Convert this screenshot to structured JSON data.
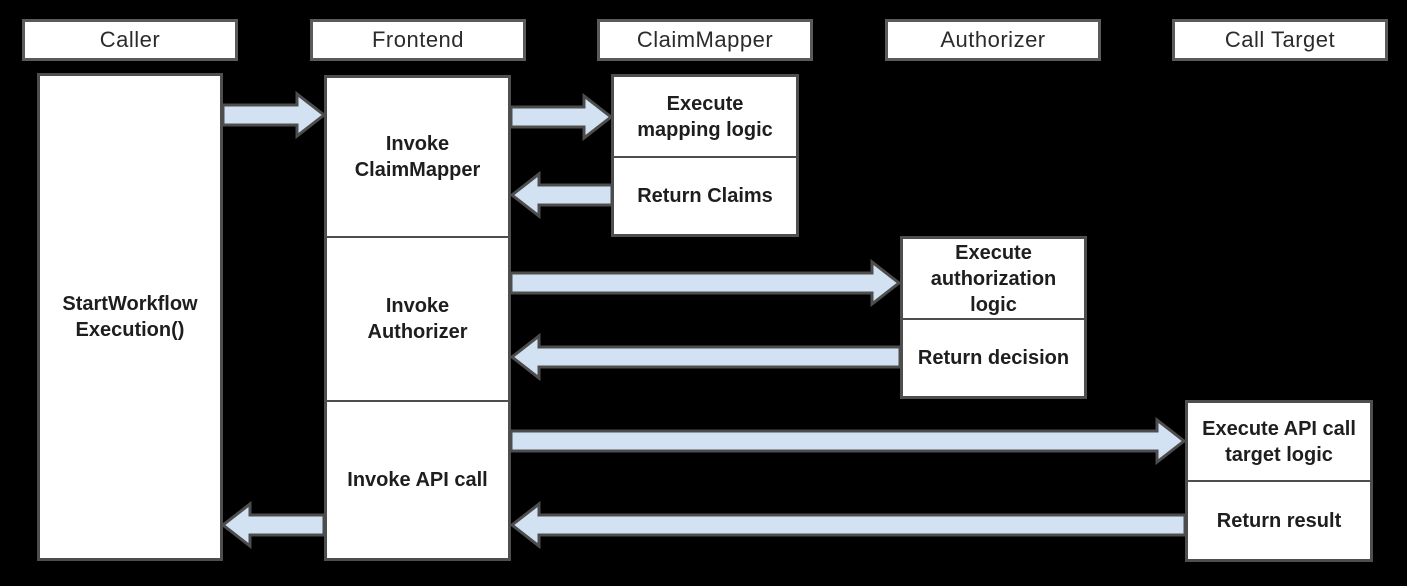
{
  "colors": {
    "background": "#000000",
    "box_fill": "#ffffff",
    "box_border": "#4e4e4e",
    "header_border": "#5a5a5a",
    "arrow_fill": "#d2e2f3",
    "arrow_outline": "#4d4d4d",
    "text": "#1e1e1e"
  },
  "lanes": [
    {
      "label": "Caller"
    },
    {
      "label": "Frontend"
    },
    {
      "label": "ClaimMapper"
    },
    {
      "label": "Authorizer"
    },
    {
      "label": "Call Target"
    }
  ],
  "steps": {
    "caller_exec": [
      "StartWorkflow",
      "Execution()"
    ],
    "invoke_claimmapper": [
      "Invoke",
      "ClaimMapper"
    ],
    "invoke_authorizer": [
      "Invoke",
      "Authorizer"
    ],
    "invoke_api_call": [
      "Invoke API call"
    ],
    "execute_mapping_logic": [
      "Execute",
      "mapping logic"
    ],
    "return_claims": [
      "Return Claims"
    ],
    "execute_authorization_logic": [
      "Execute",
      "authorization",
      "logic"
    ],
    "return_decision": [
      "Return decision"
    ],
    "execute_api_call_target_logic": [
      "Execute API call",
      "target logic"
    ],
    "return_result": [
      "Return result"
    ]
  },
  "arrows": [
    {
      "from": "Caller",
      "to": "Frontend",
      "direction": "right"
    },
    {
      "from": "Frontend",
      "to": "ClaimMapper",
      "direction": "right"
    },
    {
      "from": "ClaimMapper",
      "to": "Frontend",
      "direction": "left"
    },
    {
      "from": "Frontend",
      "to": "Authorizer",
      "direction": "right"
    },
    {
      "from": "Authorizer",
      "to": "Frontend",
      "direction": "left"
    },
    {
      "from": "Frontend",
      "to": "Call Target",
      "direction": "right"
    },
    {
      "from": "Call Target",
      "to": "Frontend",
      "direction": "left"
    },
    {
      "from": "Frontend",
      "to": "Caller",
      "direction": "left"
    }
  ]
}
